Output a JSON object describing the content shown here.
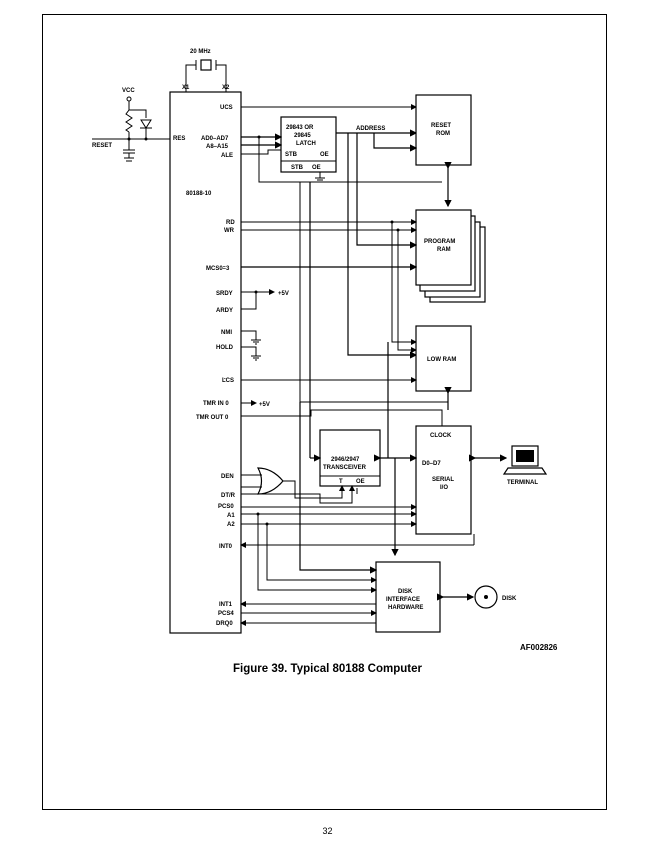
{
  "figure": {
    "caption": "Figure 39. Typical 80188 Computer",
    "code": "AF002826",
    "page_number": "32"
  },
  "labels": {
    "crystal": "20 MHz",
    "x1": "X1",
    "x2": "X2",
    "vcc": "VCC",
    "reset": "RESET",
    "cpu": "80188-10",
    "ucs": "UCS",
    "res": "RES",
    "ad": "AD0–AD7",
    "a8": "A8–A15",
    "ale": "ALE",
    "rd": "RD",
    "wr": "WR",
    "mcs": "MCS0–3",
    "srdy": "SRDY",
    "ardy": "ARDY",
    "nmi": "NMI",
    "hold": "HOLD",
    "lcs": "LCS",
    "tmrin": "TMR IN 0",
    "tmrout": "TMR OUT 0",
    "den": "DEN",
    "dtr": "DT/R",
    "pcs0": "PCS0",
    "a1": "A1",
    "a2": "A2",
    "int0": "INT0",
    "int1": "INT1",
    "pcs4": "PCS4",
    "drq0": "DRQ0",
    "plus5v_1": "+5V",
    "plus5v_2": "+5V",
    "latch_l1": "29843 OR",
    "latch_l2": "29845",
    "latch_l3": "LATCH",
    "latch_stb": "STB",
    "latch_oe": "OE",
    "latch_stb2": "STB",
    "latch_oe2": "OE",
    "address": "ADDRESS",
    "rom_l1": "RESET",
    "rom_l2": "ROM",
    "pram_l1": "PROGRAM",
    "pram_l2": "RAM",
    "lowram": "LOW RAM",
    "clock": "CLOCK",
    "d0d7": "D0–D7",
    "serial_l1": "SERIAL",
    "serial_l2": "I/O",
    "terminal": "TERMINAL",
    "xcvr_l1": "2946/2947",
    "xcvr_l2": "TRANSCEIVER",
    "xcvr_t": "T",
    "xcvr_oe": "OE",
    "disk_l1": "DISK",
    "disk_l2": "INTERFACE",
    "disk_l3": "HARDWARE",
    "disk": "DISK"
  }
}
